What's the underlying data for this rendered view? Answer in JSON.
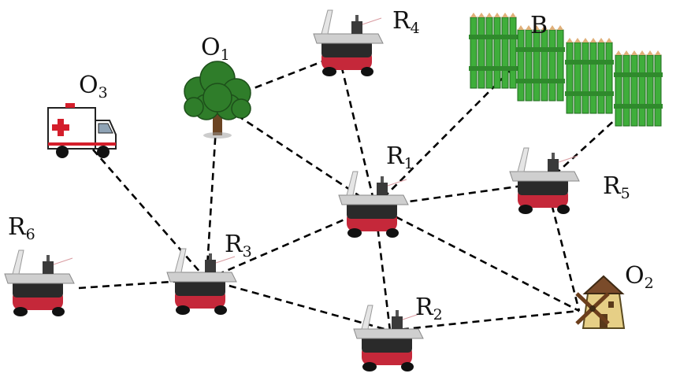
{
  "colors": {
    "robot_top": "#cfcfcf",
    "robot_body": "#2a2a2a",
    "robot_base": "#c5283a",
    "tree_leaves": "#2f7d2a",
    "tree_trunk": "#6b4423",
    "fence": "#3fae3b",
    "mill": "#e6cf86",
    "mill_roof": "#7a4b2a",
    "van": "#ffffff",
    "cross": "#d41e2b",
    "edge": "#000000"
  },
  "nodes": [
    {
      "id": "R1",
      "kind": "robot",
      "label": {
        "main": "R",
        "sub": "1"
      }
    },
    {
      "id": "R2",
      "kind": "robot",
      "label": {
        "main": "R",
        "sub": "2"
      }
    },
    {
      "id": "R3",
      "kind": "robot",
      "label": {
        "main": "R",
        "sub": "3"
      }
    },
    {
      "id": "R4",
      "kind": "robot",
      "label": {
        "main": "R",
        "sub": "4"
      }
    },
    {
      "id": "R5",
      "kind": "robot",
      "label": {
        "main": "R",
        "sub": "5"
      }
    },
    {
      "id": "R6",
      "kind": "robot",
      "label": {
        "main": "R",
        "sub": "6"
      }
    },
    {
      "id": "O1",
      "kind": "tree",
      "label": {
        "main": "O",
        "sub": "1"
      }
    },
    {
      "id": "O2",
      "kind": "windmill",
      "label": {
        "main": "O",
        "sub": "2"
      }
    },
    {
      "id": "O3",
      "kind": "ambulance",
      "label": {
        "main": "O",
        "sub": "3"
      }
    },
    {
      "id": "B",
      "kind": "fence",
      "label": {
        "main": "B",
        "sub": ""
      }
    }
  ],
  "edges": [
    [
      "R4",
      "O1"
    ],
    [
      "R4",
      "R1"
    ],
    [
      "O1",
      "R1"
    ],
    [
      "O1",
      "R3"
    ],
    [
      "O3",
      "R3"
    ],
    [
      "R6",
      "R3"
    ],
    [
      "R3",
      "R1"
    ],
    [
      "R3",
      "R2"
    ],
    [
      "R1",
      "R2"
    ],
    [
      "R1",
      "R5"
    ],
    [
      "R1",
      "O2"
    ],
    [
      "R1",
      "B"
    ],
    [
      "R5",
      "O2"
    ],
    [
      "R5",
      "B"
    ],
    [
      "R2",
      "O2"
    ]
  ]
}
